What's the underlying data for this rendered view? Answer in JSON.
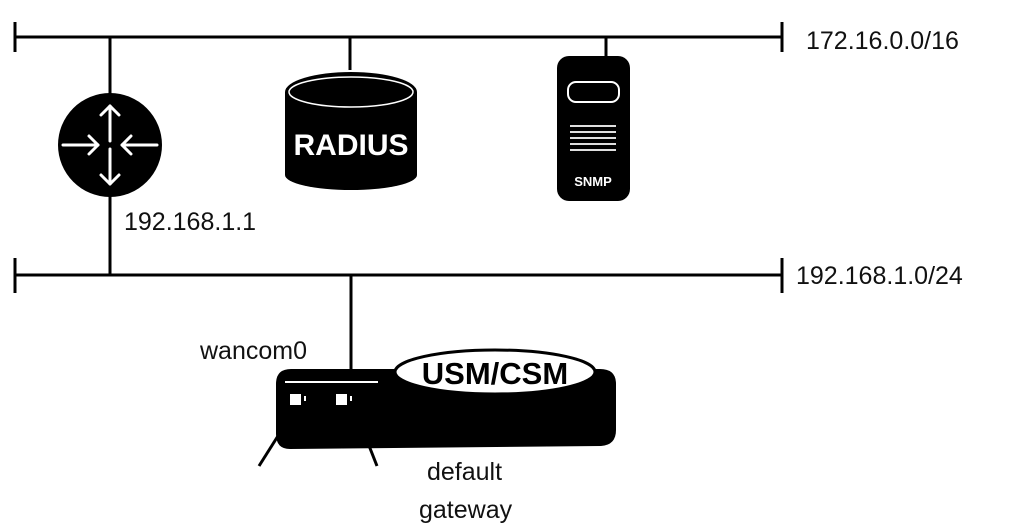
{
  "networks": {
    "upper_subnet": "172.16.0.0/16",
    "lower_subnet": "192.168.1.0/24"
  },
  "router": {
    "icon": "router-icon",
    "ip_label": "192.168.1.1"
  },
  "radius_server": {
    "icon": "database-icon",
    "label": "RADIUS"
  },
  "snmp_server": {
    "icon": "server-tower-icon",
    "label": "SNMP"
  },
  "session_controller": {
    "icon": "appliance-icon",
    "label": "USM/CSM",
    "interface_label": "wancom0",
    "gateway_label_line1": "default",
    "gateway_label_line2": "gateway"
  },
  "colors": {
    "line": "#000000",
    "device_fill": "#000000",
    "device_text": "#ffffff",
    "background": "#ffffff"
  }
}
